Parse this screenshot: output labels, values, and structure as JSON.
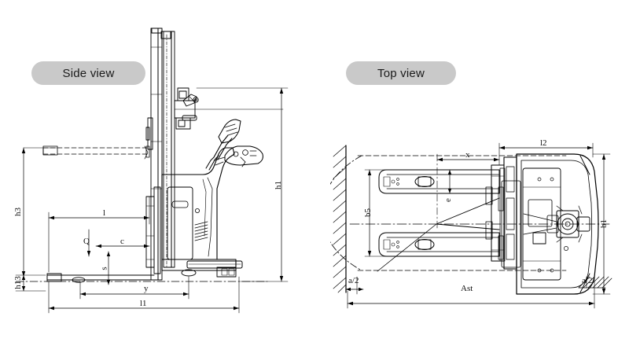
{
  "figure": {
    "kind": "engineering-dimension-drawing",
    "subject": "electric pallet stacker",
    "background_color": "#ffffff",
    "line_color": "#000000"
  },
  "views": [
    {
      "id": "side",
      "label": "Side view"
    },
    {
      "id": "top",
      "label": "Top view"
    }
  ],
  "labels": {
    "side_view": "Side view",
    "top_view": "Top view"
  },
  "pill": {
    "background": "#c9c9c9",
    "text_color": "#1a1a1a"
  },
  "dimensions": {
    "side": [
      {
        "id": "h3",
        "text": "h3",
        "orientation": "vertical",
        "meaning": "lift height"
      },
      {
        "id": "h13",
        "text": "h13",
        "orientation": "vertical",
        "meaning": "fork height lowered"
      },
      {
        "id": "h1",
        "text": "h1",
        "orientation": "vertical",
        "meaning": "mast height lowered"
      },
      {
        "id": "l",
        "text": "l",
        "orientation": "horizontal",
        "meaning": "fork length"
      },
      {
        "id": "l1",
        "text": "l1",
        "orientation": "horizontal",
        "meaning": "overall length"
      },
      {
        "id": "c",
        "text": "c",
        "orientation": "horizontal",
        "meaning": "load centre distance"
      },
      {
        "id": "Q",
        "text": "Q",
        "orientation": "vertical",
        "meaning": "rated capacity"
      },
      {
        "id": "s",
        "text": "s",
        "orientation": "vertical",
        "meaning": "fork thickness"
      },
      {
        "id": "y",
        "text": "y",
        "orientation": "horizontal",
        "meaning": "wheelbase"
      }
    ],
    "top": [
      {
        "id": "l2",
        "text": "l2",
        "orientation": "horizontal",
        "meaning": "length to fork face"
      },
      {
        "id": "x",
        "text": "x",
        "orientation": "horizontal",
        "meaning": "load distance"
      },
      {
        "id": "e",
        "text": "e",
        "orientation": "vertical",
        "meaning": "fork width"
      },
      {
        "id": "b5",
        "text": "b5",
        "orientation": "vertical",
        "meaning": "fork spread"
      },
      {
        "id": "b1",
        "text": "b1",
        "orientation": "vertical",
        "meaning": "overall width"
      },
      {
        "id": "a2",
        "text": "a/2",
        "orientation": "horizontal",
        "meaning": "safety clearance"
      },
      {
        "id": "Ast",
        "text": "Ast",
        "orientation": "horizontal",
        "meaning": "aisle width"
      }
    ]
  }
}
